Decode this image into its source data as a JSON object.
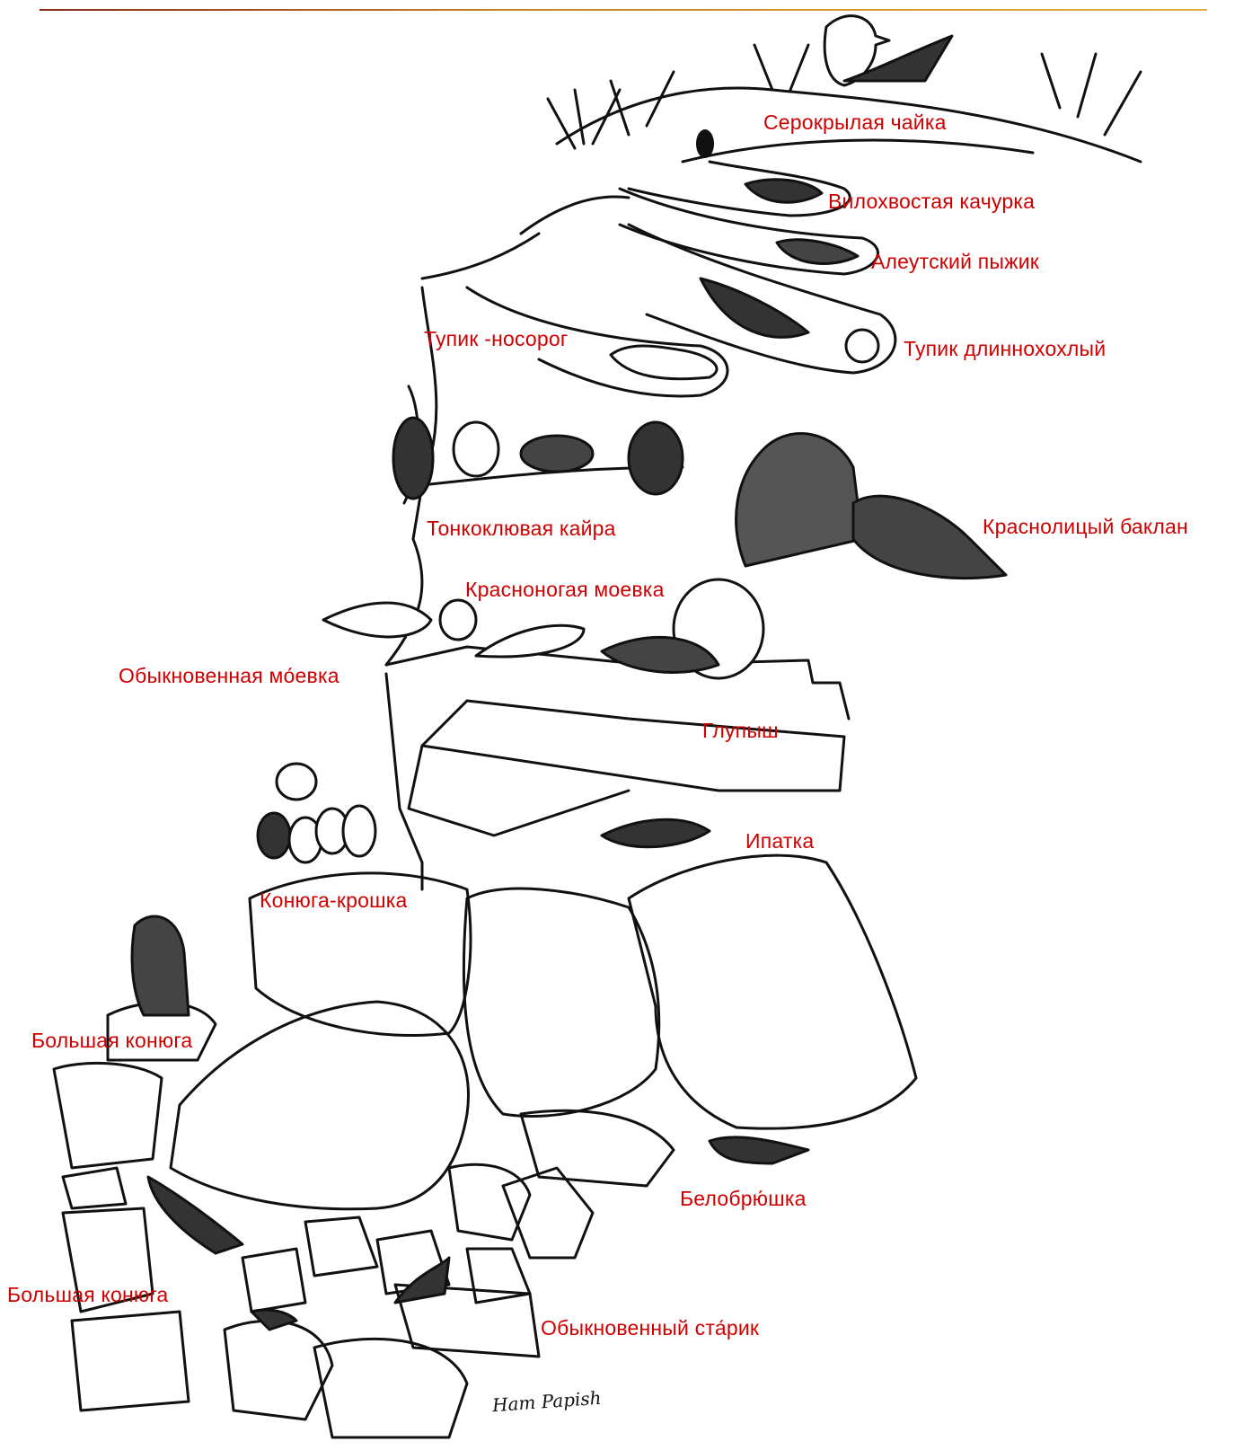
{
  "colors": {
    "label": "#d00000",
    "ink": "#111111",
    "rule": "#8b2a1a"
  },
  "labels": {
    "glaucous_gull": "Серокрылая чайка",
    "storm_petrel": "Вилохвостая качурка",
    "cassins_auklet": "Алеутский пыжик",
    "rhino_auklet": "Тупик -носорог",
    "tufted_puffin": "Тупик длиннохохлый",
    "thick_billed_murre": "Тонкоклювая кайра",
    "red_faced_cormorant": "Краснолицый баклан",
    "red_legged_kittiwake": "Красноногая моевка",
    "kittiwake": "Обыкновенная мо́евка",
    "fulmar": "Глупыш",
    "horned_puffin": "Ипатка",
    "least_auklet": "Конюга-крошка",
    "crested_auklet_1": "Большая конюга",
    "parakeet_auklet": "Белобрю́шка",
    "crested_auklet_2": "Большая конюга",
    "ancient_murrelet": "Обыкновенный ста́рик"
  },
  "signature": "Ham Papish"
}
